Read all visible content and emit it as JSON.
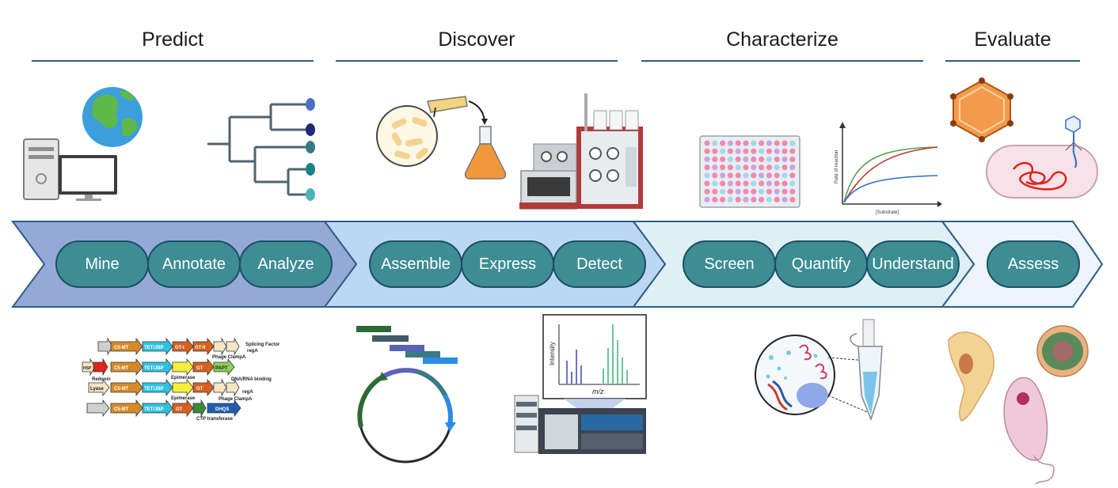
{
  "phases": [
    {
      "title": "Predict",
      "steps": [
        "Mine",
        "Annotate",
        "Analyze"
      ]
    },
    {
      "title": "Discover",
      "steps": [
        "Assemble",
        "Express",
        "Detect"
      ]
    },
    {
      "title": "Characterize",
      "steps": [
        "Screen",
        "Quantify",
        "Understand"
      ]
    },
    {
      "title": "Evaluate",
      "steps": [
        "Assess"
      ]
    }
  ],
  "colors": {
    "predict_band": "#95a9d7",
    "discover_band": "#bcd7f4",
    "characterize_band": "#def0f6",
    "evaluate_band": "#edf4fb",
    "band_outline": "#2d5d86",
    "pill_fill": "#3d8d93",
    "pill_border": "#1d4f67"
  },
  "icons": {
    "predict_top": [
      "computer-icon",
      "globe-icon",
      "phylogenetic-tree-icon"
    ],
    "discover_top": [
      "bacteria-culture-icon",
      "flask-icon",
      "fplc-instrument-icon"
    ],
    "characterize_top": [
      "well-plate-icon",
      "kinetics-curve-icon"
    ],
    "evaluate_top": [
      "phage-capsid-icon",
      "bacterium-with-phage-icon"
    ],
    "predict_bottom": [
      "gene-cluster-map-icon"
    ],
    "discover_bottom": [
      "plasmid-assembly-icon",
      "mass-spectrometer-icon"
    ],
    "characterize_bottom": [
      "magnified-biomolecules-icon",
      "microcentrifuge-tube-icon"
    ],
    "evaluate_bottom": [
      "parasite-cells-icon"
    ]
  },
  "kinetics": {
    "ylabel": "Rate of reaction",
    "xlabel": "[Substrate]"
  },
  "mass_spec": {
    "ylabel": "Intensity",
    "xlabel": "m/z"
  },
  "gene_cluster": {
    "rows": [
      {
        "labels": [
          "C5-MT",
          "TET/JBP",
          "GT-I",
          "GT-II"
        ],
        "annotations": [
          "Splicing Factor",
          "regA",
          "Phage ClampA"
        ]
      },
      {
        "labels": [
          "HSP",
          "C5-MT",
          "TET/JBP",
          "GT",
          "PAPT"
        ],
        "annotations": [
          "Redoxin",
          "Epimerase",
          "DNA/RNA binding"
        ]
      },
      {
        "labels": [
          "Lyase",
          "C5-MT",
          "TET/JBP",
          "GT"
        ],
        "annotations": [
          "Epimerase",
          "regA",
          "Phage ClampA"
        ]
      },
      {
        "labels": [
          "C5-MT",
          "TET/JBP",
          "GT",
          "DHQS"
        ],
        "annotations": [
          "CTP transferase"
        ]
      }
    ]
  }
}
